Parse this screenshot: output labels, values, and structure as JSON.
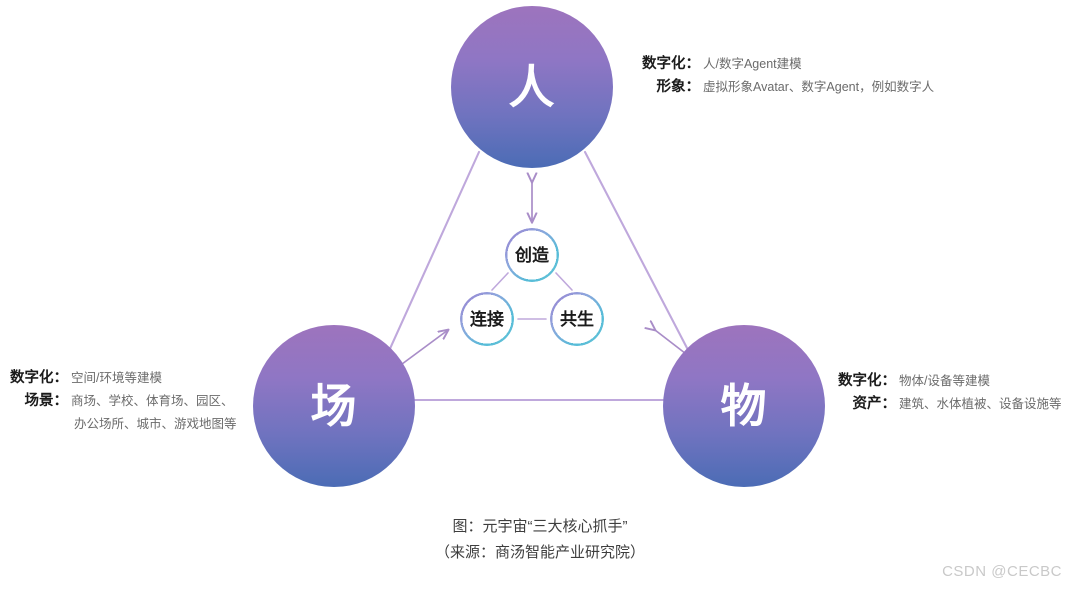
{
  "figure": {
    "nodes": [
      {
        "id": "person",
        "label": "人"
      },
      {
        "id": "place",
        "label": "场"
      },
      {
        "id": "thing",
        "label": "物"
      }
    ],
    "inner_nodes": [
      {
        "id": "create",
        "label": "创造"
      },
      {
        "id": "connect",
        "label": "连接"
      },
      {
        "id": "symbiosis",
        "label": "共生"
      }
    ],
    "annotations": {
      "person": [
        {
          "key": "数字化：",
          "value": "人/数字Agent建模"
        },
        {
          "key": "形象：",
          "value": "虚拟形象Avatar、数字Agent，例如数字人"
        }
      ],
      "place": [
        {
          "key": "数字化：",
          "value": "空间/环境等建模"
        },
        {
          "key": "场景：",
          "value": "商场、学校、体育场、园区、",
          "value_line2": "办公场所、城市、游戏地图等"
        }
      ],
      "thing": [
        {
          "key": "数字化：",
          "value": "物体/设备等建模"
        },
        {
          "key": "资产：",
          "value": "建筑、水体植被、设备设施等"
        }
      ]
    },
    "caption": {
      "line1": "图：元宇宙“三大核心抓手”",
      "line2": "（来源：商汤智能产业研究院）"
    },
    "watermark": "CSDN @CECBC",
    "colors": {
      "node_gradient_top": "#9d74bd",
      "node_gradient_bottom": "#4b6cb5",
      "triangle_line": "#bfa8dc",
      "arrow": "#a98dc8",
      "inner_ring_cyan": "#58bdd8",
      "inner_ring_purple": "#9a7fd0",
      "caption_text": "#3e3e3e",
      "watermark_text": "#c9c9c9"
    }
  }
}
